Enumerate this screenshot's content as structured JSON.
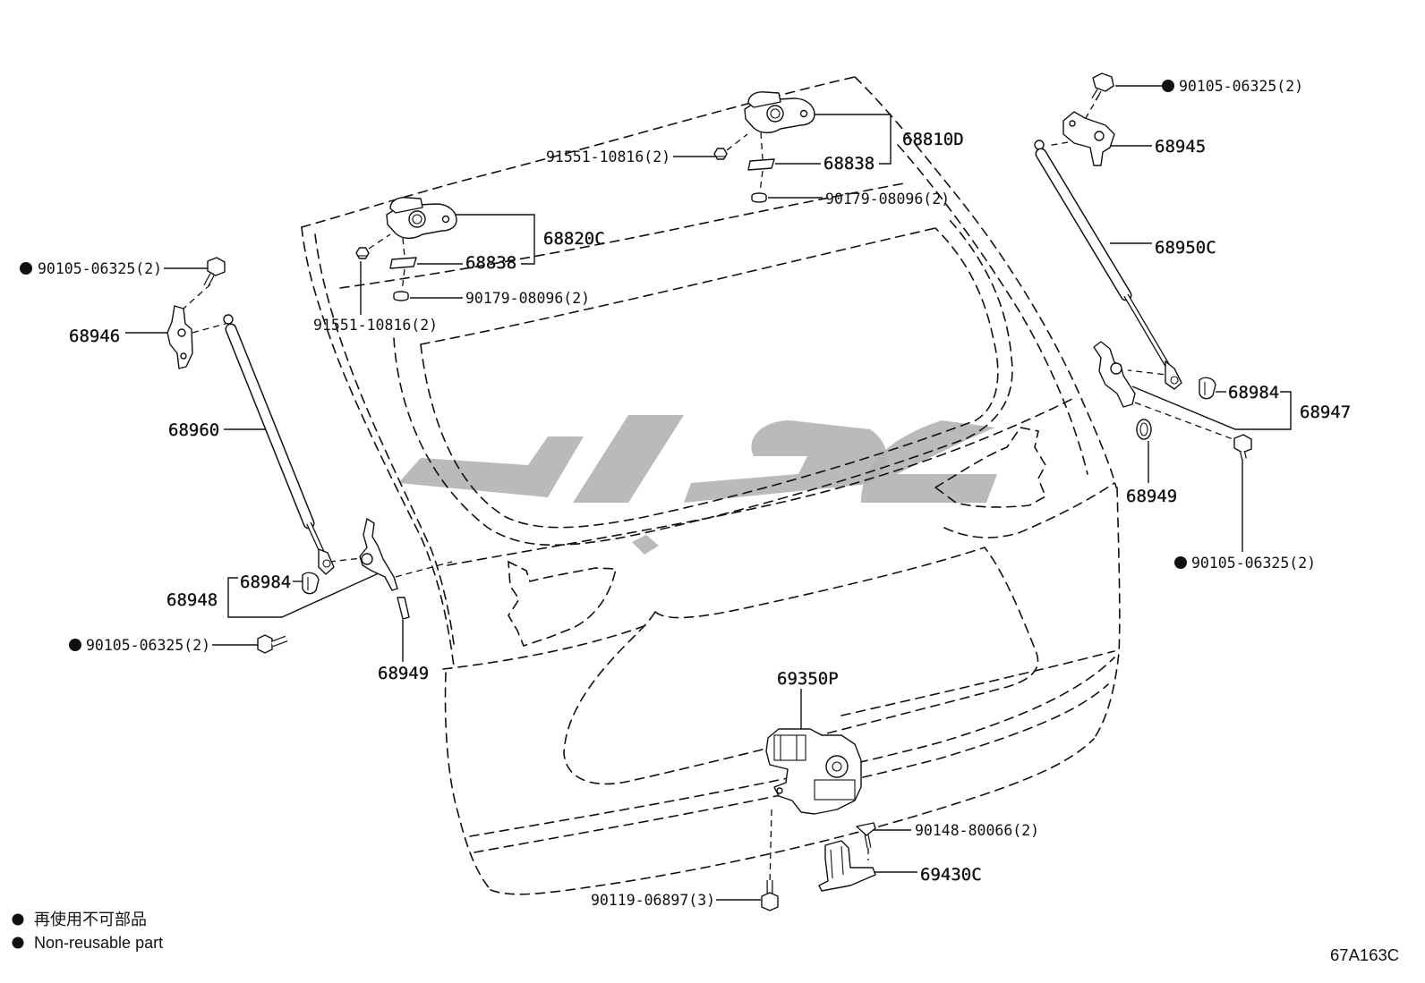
{
  "labels": {
    "bolt_top_rh": {
      "number": "90105-06325(2)",
      "non_reusable": true
    },
    "bracket_upper_rh": {
      "number": "68945"
    },
    "stay_rh": {
      "number": "68950C"
    },
    "hinge_upper": {
      "number": "68810D"
    },
    "nut_upper": {
      "number": "91551-10816(2)"
    },
    "shim_upper": {
      "number": "68838"
    },
    "washer_upper": {
      "number": "90179-08096(2)"
    },
    "hinge_lower": {
      "number": "68820C"
    },
    "shim_lower": {
      "number": "68838"
    },
    "bolt_upper_lh": {
      "number": "90105-06325(2)",
      "non_reusable": true
    },
    "washer_lower": {
      "number": "90179-08096(2)"
    },
    "nut_lower": {
      "number": "91551-10816(2)"
    },
    "bracket_upper_lh": {
      "number": "68946"
    },
    "cap_rh": {
      "number": "68984"
    },
    "bracket_lower_rh": {
      "number": "68947"
    },
    "stay_lh": {
      "number": "68960"
    },
    "grommet_rh": {
      "number": "68949"
    },
    "bolt_lower_rh": {
      "number": "90105-06325(2)",
      "non_reusable": true
    },
    "cap_lh": {
      "number": "68984"
    },
    "bracket_lower_lh": {
      "number": "68948"
    },
    "bolt_lower_lh": {
      "number": "90105-06325(2)",
      "non_reusable": true
    },
    "grommet_lh": {
      "number": "68949"
    },
    "lock_assembly": {
      "number": "69350P"
    },
    "screw_striker": {
      "number": "90148-80066(2)"
    },
    "striker": {
      "number": "69430C"
    },
    "bolt_lock": {
      "number": "90119-06897(3)"
    }
  },
  "legend": {
    "japanese": "再使用不可部品",
    "english": "Non-reusable part"
  },
  "figure_code": "67A163C",
  "colors": {
    "line": "#111111",
    "watermark": "#b3b3b3",
    "background": "#ffffff"
  }
}
